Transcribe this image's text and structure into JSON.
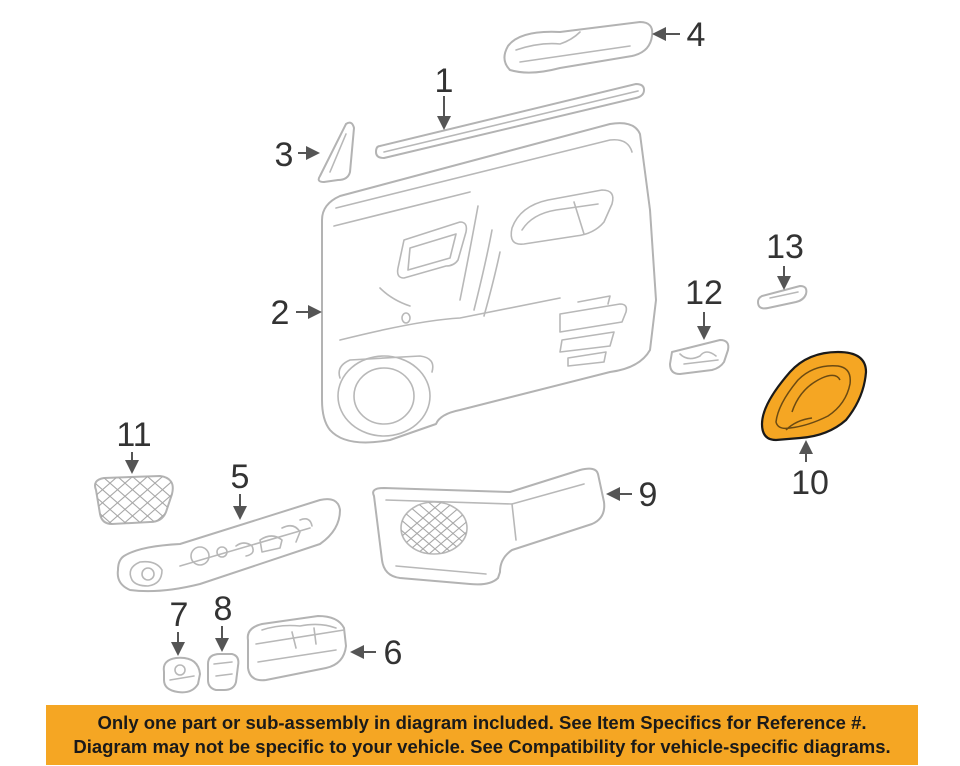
{
  "diagram": {
    "callouts": [
      "1",
      "2",
      "3",
      "4",
      "5",
      "6",
      "7",
      "8",
      "9",
      "10",
      "11",
      "12",
      "13"
    ],
    "highlighted_part": "10",
    "highlight_color": "#f5a623",
    "part_stroke_color": "#b3b3b3"
  },
  "banner": {
    "background": "#f5a623",
    "line1": "Only one part or sub-assembly in diagram included. See Item Specifics for Reference #.",
    "line2": "Diagram may not be specific to your vehicle. See Compatibility for vehicle-specific diagrams."
  }
}
